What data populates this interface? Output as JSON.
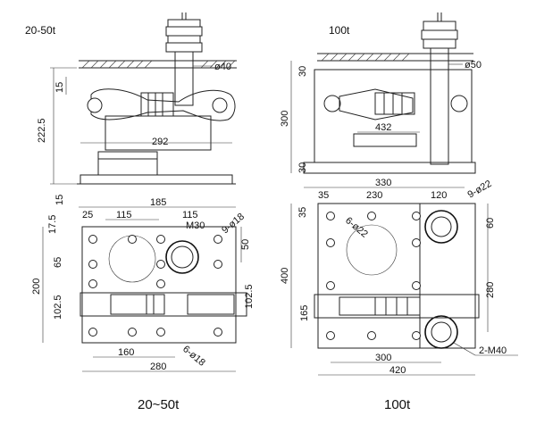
{
  "left": {
    "title": "20-50t",
    "caption": "20~50t",
    "dims": {
      "phi40": "ø40",
      "d15": "15",
      "d222": "222.5",
      "d292": "292",
      "d15b": "15",
      "d185": "185",
      "d175": "17.5",
      "d25": "25",
      "d115a": "115",
      "d115b": "115",
      "m30": "M30",
      "phi18a": "9-ø18",
      "d50": "50",
      "d65": "65",
      "d200": "200",
      "d1025a": "102.5",
      "d1025b": "102.5",
      "phi18b": "6-ø18",
      "d160": "160",
      "d280": "280"
    }
  },
  "right": {
    "title": "100t",
    "caption": "100t",
    "dims": {
      "phi50": "ø50",
      "d30a": "30",
      "d300": "300",
      "d432": "432",
      "d30b": "30",
      "d330": "330",
      "d35a": "35",
      "d230": "230",
      "d120": "120",
      "phi22a": "9-ø22",
      "d35b": "35",
      "phi22b": "6-ø22",
      "d60": "60",
      "d400": "400",
      "d280": "280",
      "d165": "165",
      "m40": "2-M40",
      "d300b": "300",
      "d420": "420"
    }
  }
}
